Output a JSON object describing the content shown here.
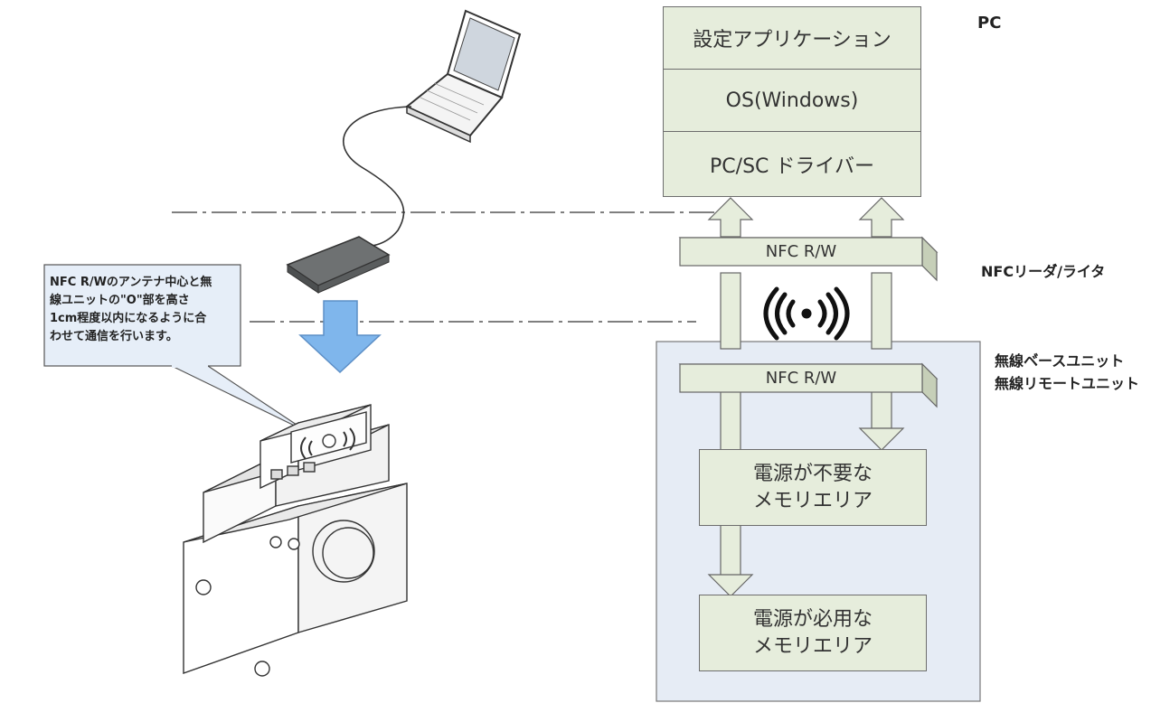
{
  "pc_stack": {
    "side_label": "PC",
    "layers": [
      "設定アプリケーション",
      "OS(Windows)",
      "PC/SC ドライバー"
    ]
  },
  "nfc": {
    "reader_label": "NFC R/W",
    "device_label": "NFC R/W",
    "side_label": "NFCリーダ゙/ライタ",
    "wave_icon": "nfc-wave-icon"
  },
  "wireless_unit": {
    "label_line1": "無線ベ゙ースユニット",
    "label_line2": "無線リモートユニット",
    "memory_no_power": "電源が不要な\nメモリエリア",
    "memory_power": "電源が必用な\nメモリエリア"
  },
  "callout": {
    "text": "NFC R/Wのアンテナ中心と無\n線ユニットの\"O\"部を高さ\n1cm程度以内になるように合\nわせて通信を行います。"
  },
  "colors": {
    "layer_fill": "#e6eddc",
    "unit_panel_fill": "#e6ecf5",
    "arrow_blue": "#7fb6ec"
  }
}
